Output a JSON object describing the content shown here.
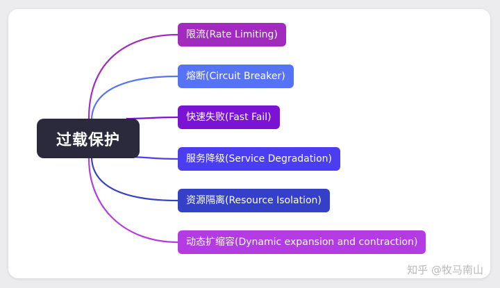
{
  "root": {
    "label": "过载保护"
  },
  "branches": [
    {
      "label": "限流(Rate Limiting)",
      "color": "#a12bbd"
    },
    {
      "label": "熔断(Circuit Breaker)",
      "color": "#5672f5"
    },
    {
      "label": "快速失败(Fast Fail)",
      "color": "#7a13d4"
    },
    {
      "label": "服务降级(Service Degradation)",
      "color": "#4b3ef0"
    },
    {
      "label": "资源隔离(Resource Isolation)",
      "color": "#3540c9"
    },
    {
      "label": "动态扩缩容(Dynamic expansion and contraction)",
      "color": "#b43be3"
    }
  ],
  "watermark": {
    "text": "知乎 @牧马南山"
  }
}
